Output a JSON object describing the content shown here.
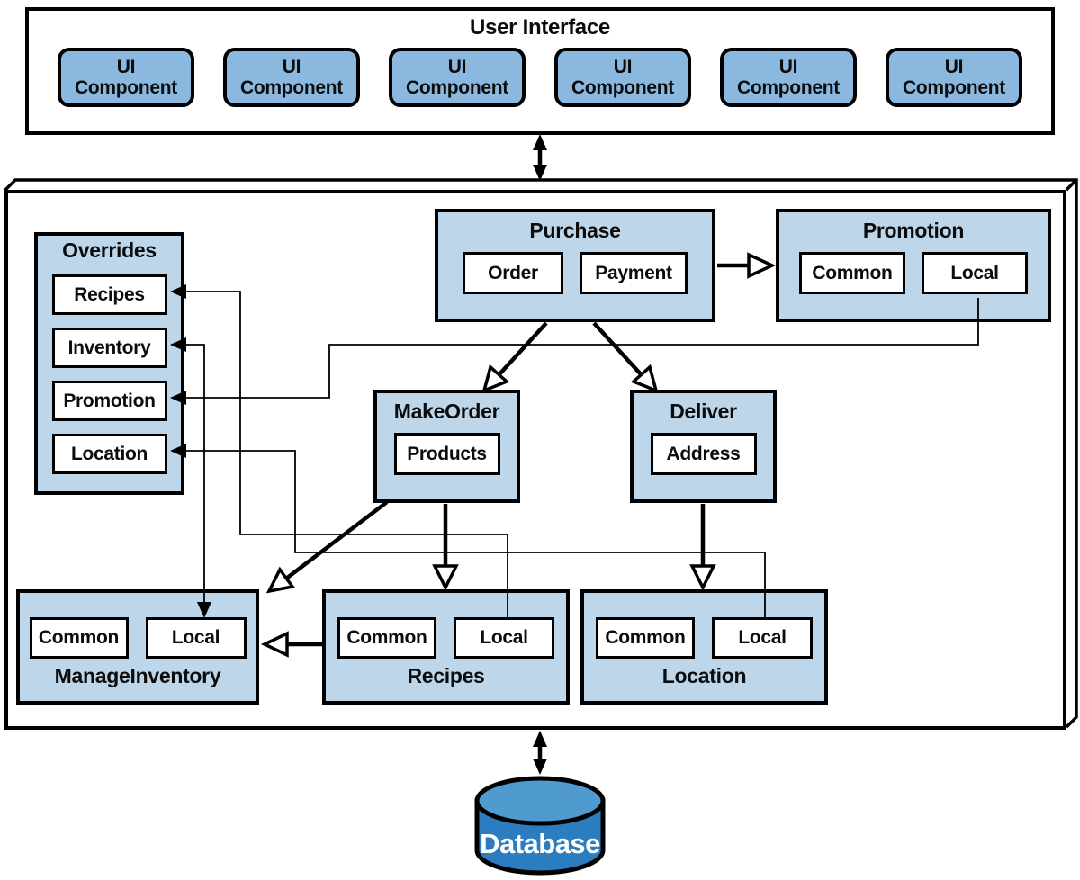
{
  "colors": {
    "ui_component_blue": "#8ab8df",
    "panel_blue": "#bdd6ea",
    "database_body_blue": "#2c7cc0",
    "database_top_blue": "#4f9ace",
    "line_black": "#000000"
  },
  "ui_layer": {
    "title": "User Interface",
    "components": [
      "UI Component",
      "UI Component",
      "UI Component",
      "UI Component",
      "UI Component",
      "UI Component"
    ]
  },
  "main": {
    "overrides": {
      "title": "Overrides",
      "items": [
        "Recipes",
        "Inventory",
        "Promotion",
        "Location"
      ]
    },
    "purchase": {
      "title": "Purchase",
      "items": [
        "Order",
        "Payment"
      ]
    },
    "promotion": {
      "title": "Promotion",
      "items": [
        "Common",
        "Local"
      ]
    },
    "make_order": {
      "title": "MakeOrder",
      "items": [
        "Products"
      ]
    },
    "deliver": {
      "title": "Deliver",
      "items": [
        "Address"
      ]
    },
    "manage_inventory": {
      "title": "ManageInventory",
      "items": [
        "Common",
        "Local"
      ]
    },
    "recipes": {
      "title": "Recipes",
      "items": [
        "Common",
        "Local"
      ]
    },
    "location": {
      "title": "Location",
      "items": [
        "Common",
        "Local"
      ]
    }
  },
  "database": {
    "label": "Database"
  },
  "connections": [
    {
      "from": "UserInterface",
      "to": "Application",
      "style": "double-solid-arrow"
    },
    {
      "from": "Purchase",
      "to": "Promotion",
      "style": "open-arrow"
    },
    {
      "from": "Purchase",
      "to": "MakeOrder",
      "style": "open-arrow"
    },
    {
      "from": "Purchase",
      "to": "Deliver",
      "style": "open-arrow"
    },
    {
      "from": "MakeOrder",
      "to": "ManageInventory",
      "style": "open-arrow"
    },
    {
      "from": "MakeOrder",
      "to": "Recipes",
      "style": "open-arrow"
    },
    {
      "from": "Deliver",
      "to": "Location",
      "style": "open-arrow"
    },
    {
      "from": "Recipes.Common",
      "to": "ManageInventory",
      "style": "open-arrow"
    },
    {
      "from": "Promotion.Local",
      "to": "Overrides.Promotion",
      "style": "solid-arrow"
    },
    {
      "from": "Recipes.Local",
      "to": "Overrides.Recipes",
      "style": "solid-arrow"
    },
    {
      "from": "Location.Local",
      "to": "Overrides.Location",
      "style": "solid-arrow"
    },
    {
      "from": "ManageInventory.Local",
      "to": "Overrides.Inventory",
      "style": "double-solid-arrow"
    },
    {
      "from": "Application",
      "to": "Database",
      "style": "double-solid-arrow"
    }
  ]
}
